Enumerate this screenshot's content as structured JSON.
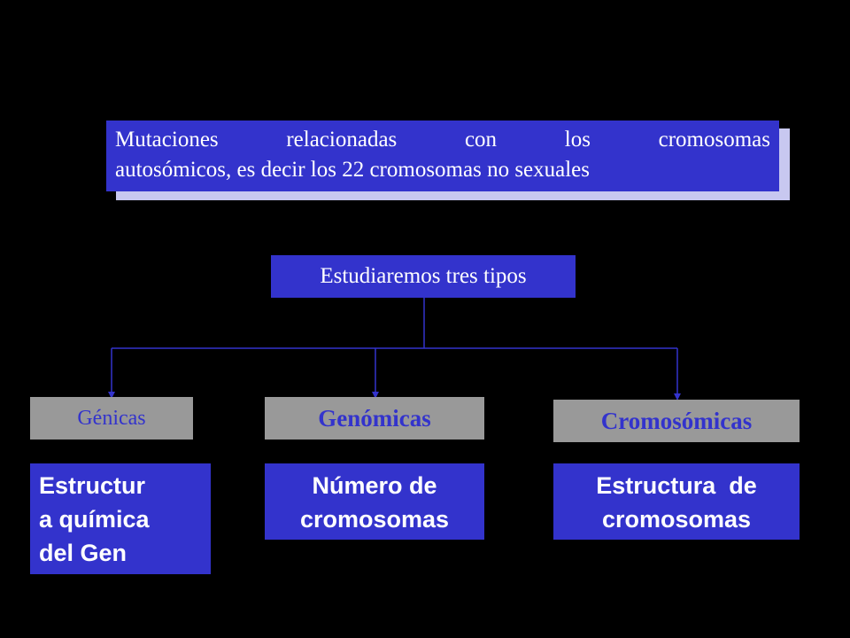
{
  "definition": {
    "line1": "Mutaciones relacionadas con los cromosomas",
    "line2": "autosómicos, es decir los 22 cromosomas no sexuales"
  },
  "center": {
    "label": "Estudiaremos tres tipos"
  },
  "categories": [
    {
      "label": "Génicas",
      "description_lines": [
        "Estructur",
        "a química",
        "del Gen"
      ]
    },
    {
      "label": "Genómicas",
      "description_lines": [
        "Número de",
        "cromosomas"
      ]
    },
    {
      "label": "Cromosómicas",
      "description_lines": [
        "Estructura  de",
        "cromosomas"
      ]
    }
  ],
  "colors": {
    "background": "#000000",
    "box_blue": "#3333cc",
    "label_gray": "#999999",
    "shadow": "#c8c8f0",
    "connector": "#3333cc"
  }
}
